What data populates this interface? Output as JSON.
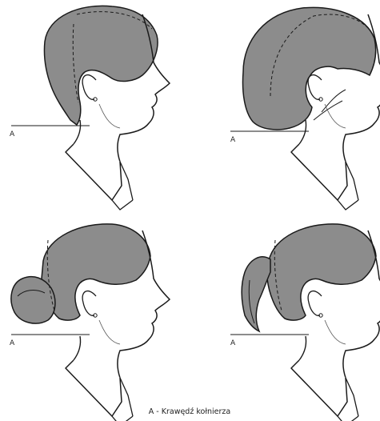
{
  "panels": [
    {
      "style": "short-hair",
      "marker": "A"
    },
    {
      "style": "bob",
      "marker": "A"
    },
    {
      "style": "bun",
      "marker": "A"
    },
    {
      "style": "ponytail",
      "marker": "A"
    }
  ],
  "caption": "A - Krawędź kołnierza",
  "colors": {
    "hair": "#8c8c8c",
    "line": "#1a1a1a",
    "background": "#ffffff"
  }
}
